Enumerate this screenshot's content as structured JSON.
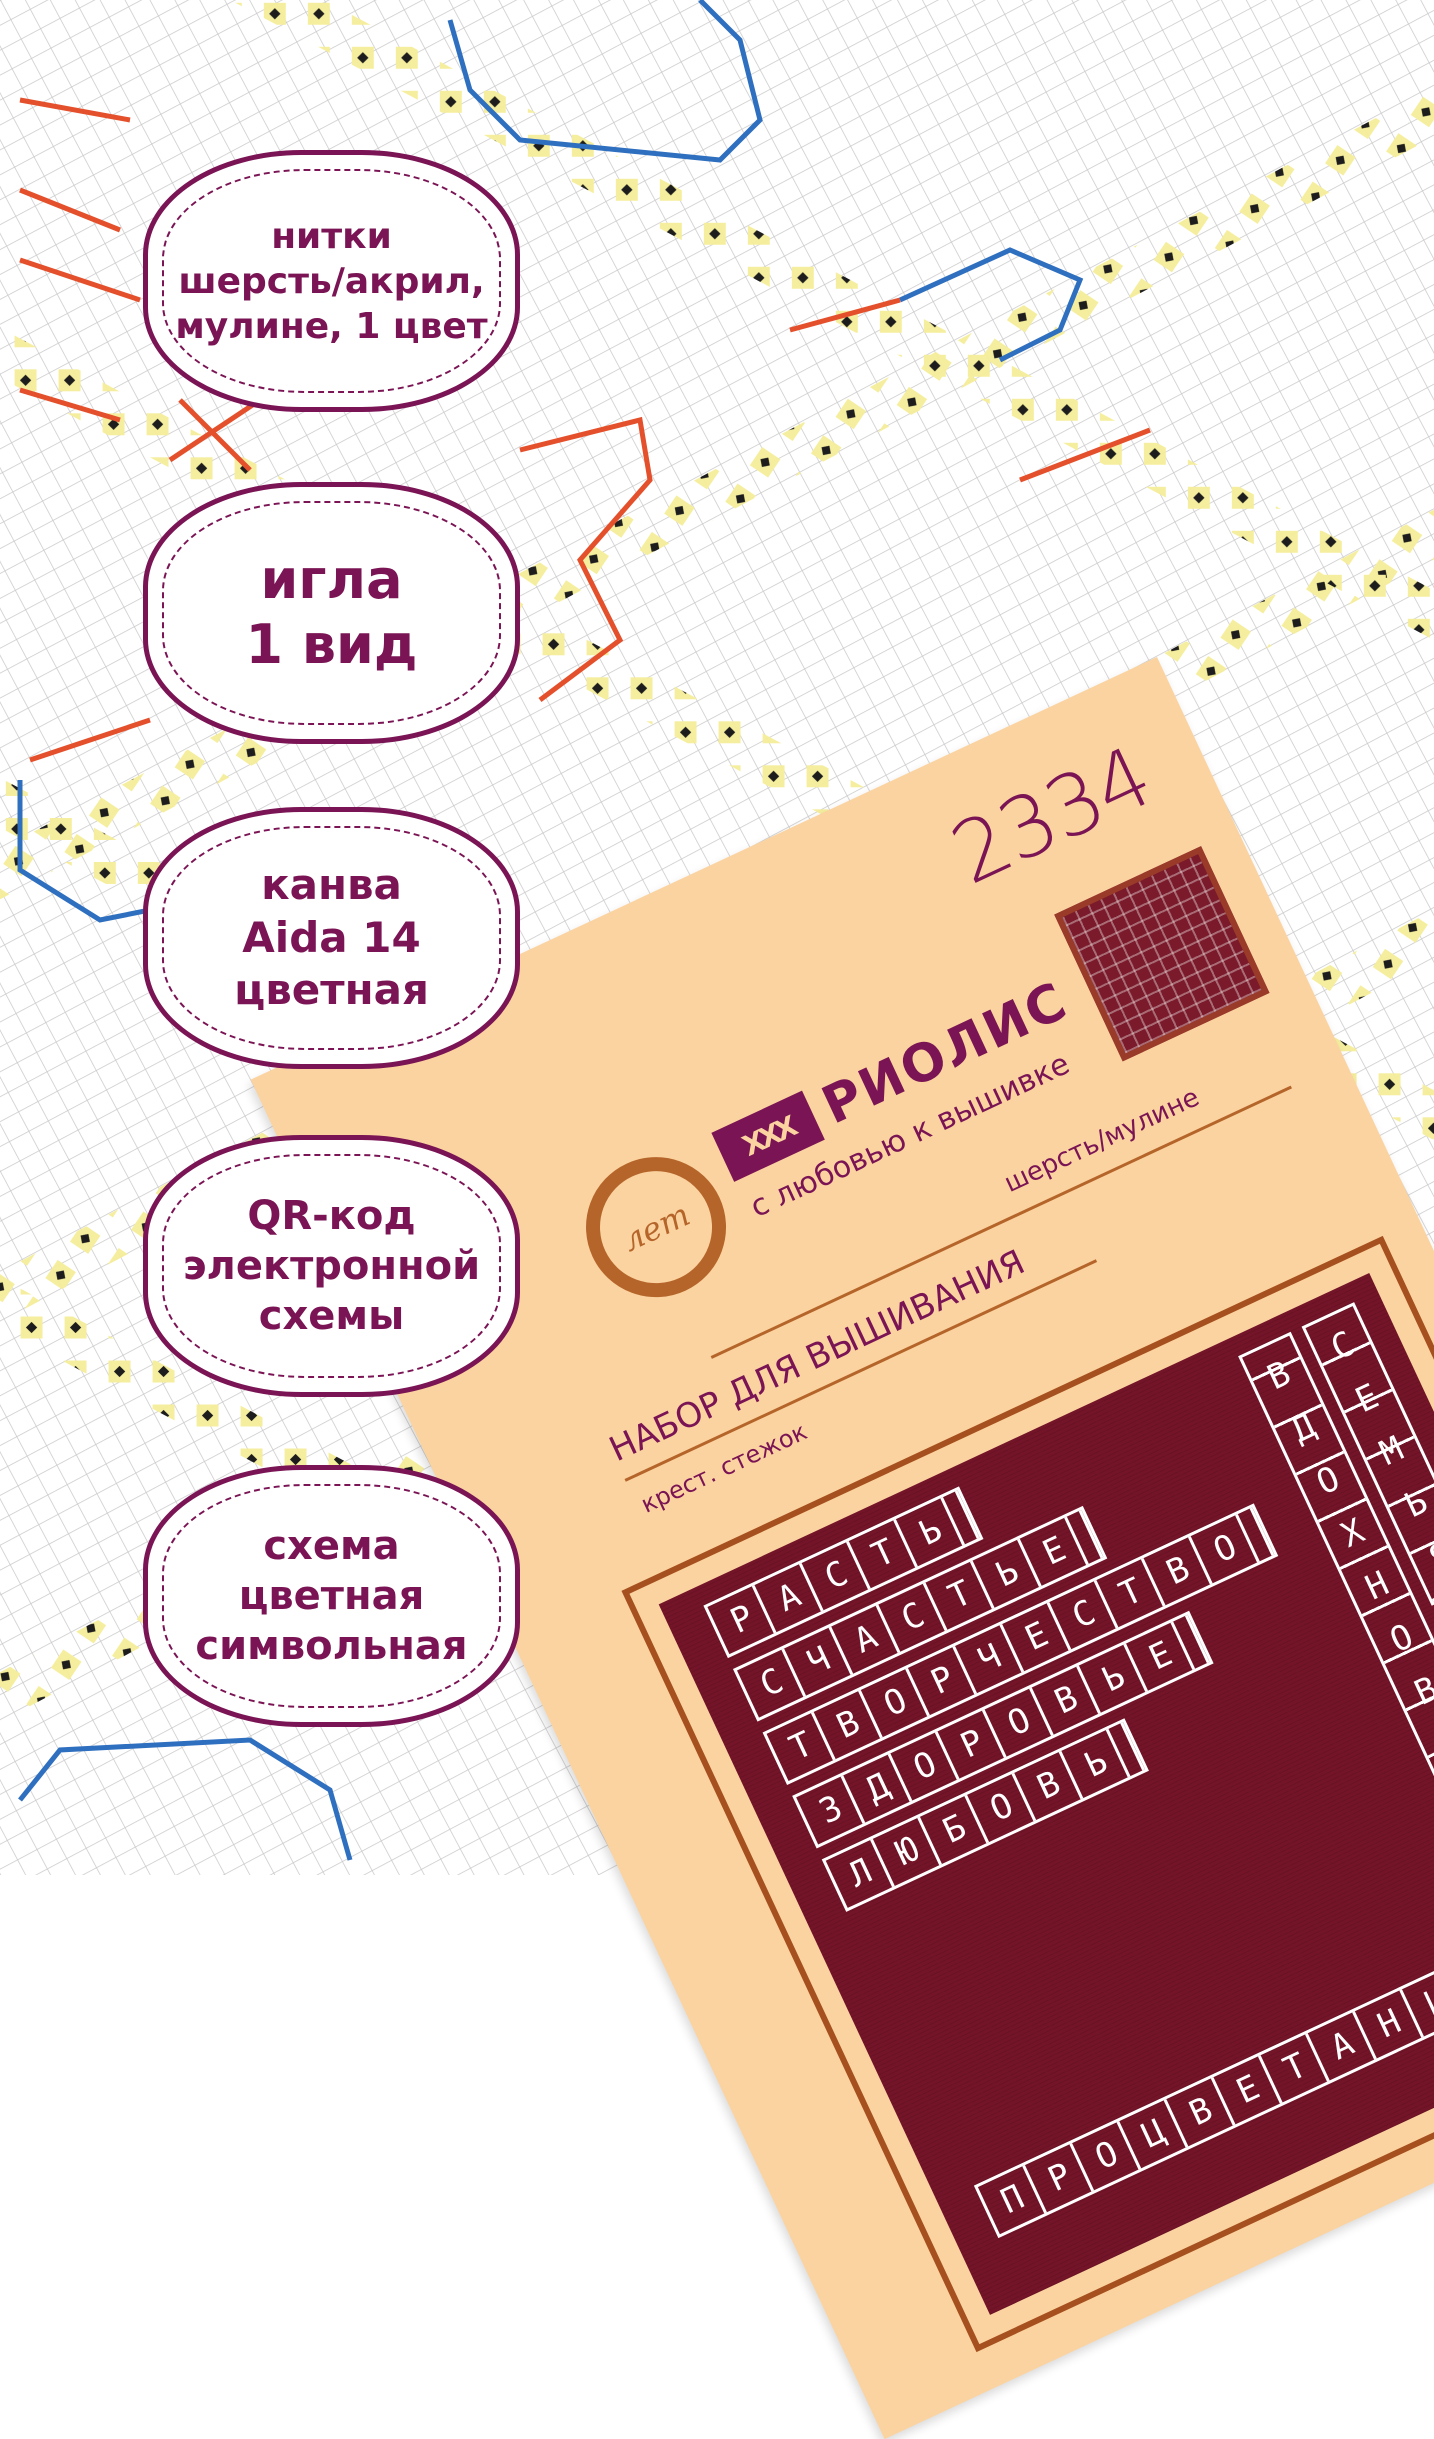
{
  "features": [
    {
      "lines": [
        "нитки",
        "шерсть/акрил,",
        "мулине, 1 цвет"
      ]
    },
    {
      "lines": [
        "игла",
        "1 вид"
      ]
    },
    {
      "lines": [
        "канва",
        "Aida 14",
        "цветная"
      ]
    },
    {
      "lines": [
        "QR-код",
        "электронной",
        "схемы"
      ]
    },
    {
      "lines": [
        "схема",
        "цветная",
        "символьная"
      ]
    }
  ],
  "product": {
    "article": "2334",
    "brand": "РИОЛИС",
    "brand_mark": "XXX",
    "slogan": "с любовью к вышивке",
    "seal_text": "лет",
    "yarn": "шерсть/мулине",
    "kit_type": "НАБОР ДЛЯ ВЫШИВАНИЯ",
    "technique": "крест. стежок",
    "words": {
      "w1": "СЧАСТЬЕ",
      "w2": "РАСТЬ",
      "w3": "СЕМЬЯ",
      "w4": "ВДОХНОВЕНИЕ",
      "w5": "ЗДОРОВЬЕ",
      "w6": "ЛЮБОВЬ",
      "w7": "ПРОЦВЕТАНИЕ",
      "w8": "ТВОРЧЕСТВО"
    }
  },
  "colors": {
    "accent": "#7a1454",
    "card": "#fbd3a0",
    "stitch": "#731428"
  }
}
